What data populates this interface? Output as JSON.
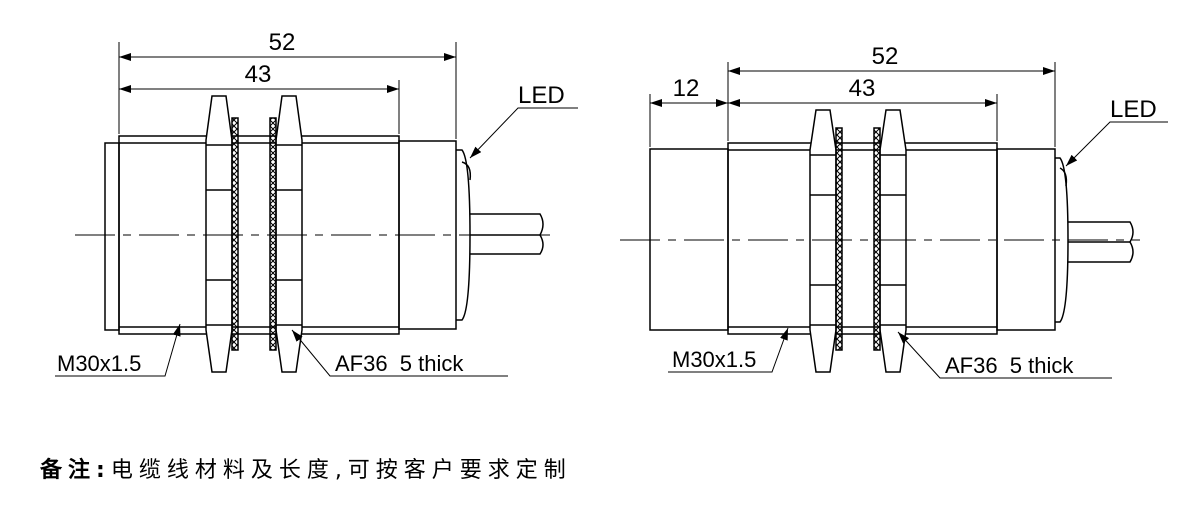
{
  "sensor_left": {
    "dim_overall": "52",
    "dim_thread": "43",
    "label_led": "LED",
    "label_thread": "M30x1.5",
    "label_nut": "AF36  5 thick"
  },
  "sensor_right": {
    "dim_overall": "52",
    "dim_thread": "43",
    "dim_head": "12",
    "label_led": "LED",
    "label_thread": "M30x1.5",
    "label_nut": "AF36  5 thick"
  },
  "note": {
    "label": "备注:",
    "text": "电缆线材料及长度,可按客户要求定制"
  }
}
